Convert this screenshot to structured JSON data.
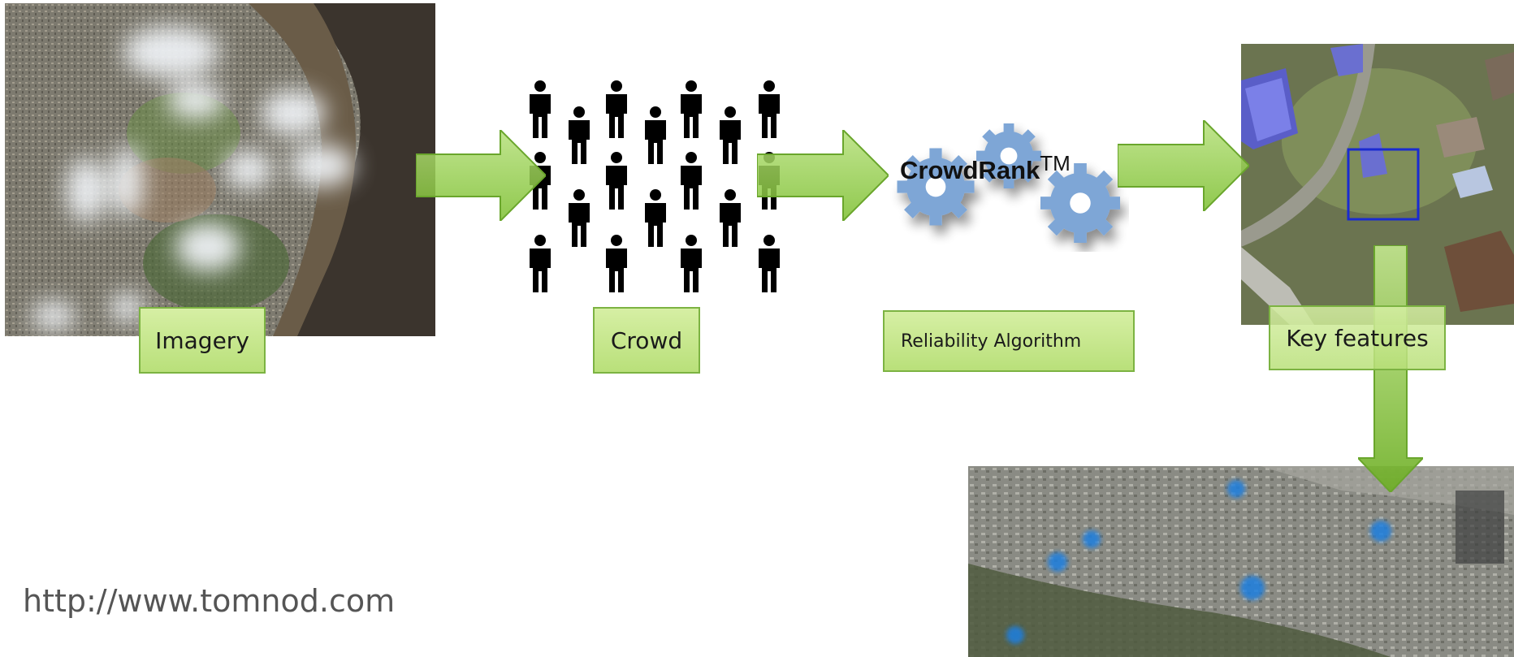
{
  "labels": {
    "imagery": "Imagery",
    "crowd": "Crowd",
    "algorithm": "Reliability Algorithm",
    "key_features": "Key features"
  },
  "crowdrank": {
    "name": "CrowdRank",
    "trademark": "TM"
  },
  "url": "http://www.tomnod.com",
  "colors": {
    "arrow_green": "#8dc63f",
    "label_fill": "#c5e58e",
    "label_border": "#7cb342",
    "gear_blue": "#7ea6d6",
    "highlight_box": "#1a2bd1"
  },
  "icons": [
    "person-icon",
    "gear-icon",
    "arrow-icon"
  ]
}
